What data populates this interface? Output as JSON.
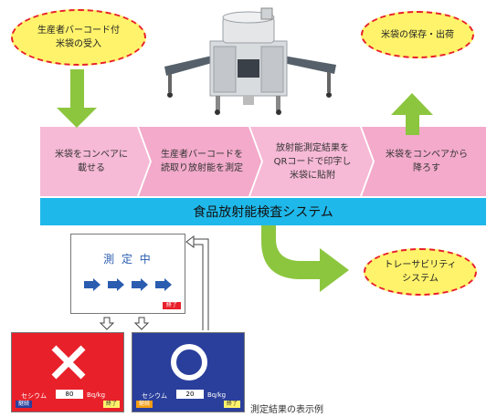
{
  "ovals": {
    "intake": "生産者バーコード付\n米袋の受入",
    "storage": "米袋の保存・出荷",
    "trace": "トレーサビリティ\nシステム"
  },
  "steps": [
    "米袋をコンベアに\n載せる",
    "生産者バーコードを\n読取り放射能を測定",
    "放射能測定結果を\nQRコードで印字し\n米袋に貼附",
    "米袋をコンベアから\n降ろす"
  ],
  "system_label": "食品放射能検査システム",
  "display": {
    "measuring": {
      "title": "測 定 中",
      "end_button": "終了"
    },
    "fail": {
      "cesium_label": "セシウム",
      "value": "80",
      "unit": "Bq/kg",
      "left_button": "継続",
      "right_button": "終了"
    },
    "pass": {
      "cesium_label": "セシウム",
      "value": "20",
      "unit": "Bq/kg",
      "left_button": "継続",
      "right_button": "終了"
    },
    "caption": "測定結果の表示例"
  },
  "colors": {
    "band": "#f6b9d6",
    "bar": "#1fb8ea",
    "arrow": "#8cc63f",
    "fail": "#e8202a",
    "pass": "#2a3f9c",
    "oval_fill": "#fff36b"
  }
}
